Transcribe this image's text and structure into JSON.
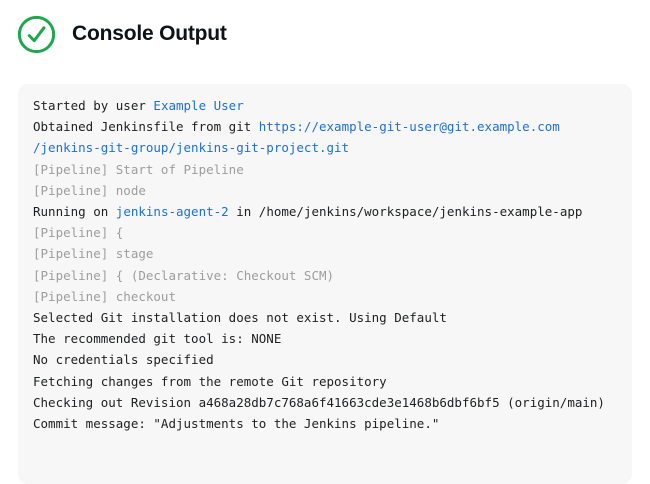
{
  "header": {
    "title": "Console Output",
    "status": "success"
  },
  "colors": {
    "success_green": "#1ea64b",
    "link_blue": "#1e6fd9",
    "muted_gray": "#9d9d9d",
    "text_black": "#1d1f21",
    "console_background": "#f7f7f7"
  },
  "console": {
    "lines": [
      {
        "segments": [
          {
            "text": "Started by user ",
            "style": "plain"
          },
          {
            "text": "Example User",
            "style": "link"
          }
        ]
      },
      {
        "segments": [
          {
            "text": "Obtained Jenkinsfile from git ",
            "style": "plain"
          },
          {
            "text": "https://example-git-user@git.example.com",
            "style": "link"
          }
        ]
      },
      {
        "segments": [
          {
            "text": "/jenkins-git-group/jenkins-git-project.git",
            "style": "link"
          }
        ]
      },
      {
        "segments": [
          {
            "text": "[Pipeline] Start of Pipeline",
            "style": "muted"
          }
        ]
      },
      {
        "segments": [
          {
            "text": "[Pipeline] node",
            "style": "muted"
          }
        ]
      },
      {
        "segments": [
          {
            "text": "Running on ",
            "style": "plain"
          },
          {
            "text": "jenkins-agent-2",
            "style": "link"
          },
          {
            "text": " in /home/jenkins/workspace/jenkins-example-app",
            "style": "plain"
          }
        ]
      },
      {
        "segments": [
          {
            "text": "[Pipeline] {",
            "style": "muted"
          }
        ]
      },
      {
        "segments": [
          {
            "text": "[Pipeline] stage",
            "style": "muted"
          }
        ]
      },
      {
        "segments": [
          {
            "text": "[Pipeline] { (Declarative: Checkout SCM)",
            "style": "muted"
          }
        ]
      },
      {
        "segments": [
          {
            "text": "[Pipeline] checkout",
            "style": "muted"
          }
        ]
      },
      {
        "segments": [
          {
            "text": "Selected Git installation does not exist. Using Default",
            "style": "plain"
          }
        ]
      },
      {
        "segments": [
          {
            "text": "The recommended git tool is: NONE",
            "style": "plain"
          }
        ]
      },
      {
        "segments": [
          {
            "text": "No credentials specified",
            "style": "plain"
          }
        ]
      },
      {
        "segments": [
          {
            "text": "Fetching changes from the remote Git repository",
            "style": "plain"
          }
        ]
      },
      {
        "segments": [
          {
            "text": "Checking out Revision a468a28db7c768a6f41663cde3e1468b6dbf6bf5 (origin/main)",
            "style": "plain"
          }
        ]
      },
      {
        "segments": [
          {
            "text": "Commit message: \"Adjustments to the Jenkins pipeline.\"",
            "style": "plain"
          }
        ]
      }
    ]
  }
}
